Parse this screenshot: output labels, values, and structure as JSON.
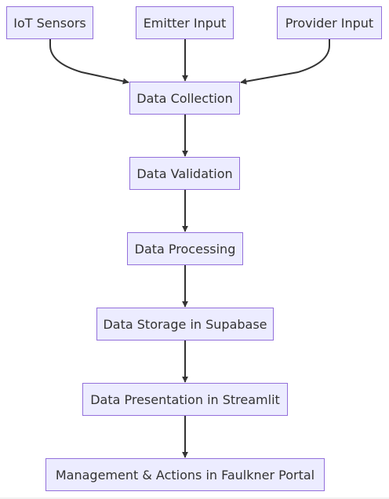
{
  "diagram": {
    "nodes": {
      "iot_sensors": "IoT Sensors",
      "emitter_input": "Emitter Input",
      "provider_input": "Provider Input",
      "data_collection": "Data Collection",
      "data_validation": "Data Validation",
      "data_processing": "Data Processing",
      "data_storage": "Data Storage in Supabase",
      "data_presentation": "Data Presentation in Streamlit",
      "management_actions": "Management & Actions in Faulkner Portal"
    },
    "edges": [
      [
        "iot_sensors",
        "data_collection"
      ],
      [
        "emitter_input",
        "data_collection"
      ],
      [
        "provider_input",
        "data_collection"
      ],
      [
        "data_collection",
        "data_validation"
      ],
      [
        "data_validation",
        "data_processing"
      ],
      [
        "data_processing",
        "data_storage"
      ],
      [
        "data_storage",
        "data_presentation"
      ],
      [
        "data_presentation",
        "management_actions"
      ]
    ],
    "colors": {
      "node_fill": "#ececff",
      "node_border": "#9370db",
      "edge": "#333333",
      "text": "#333333"
    }
  }
}
